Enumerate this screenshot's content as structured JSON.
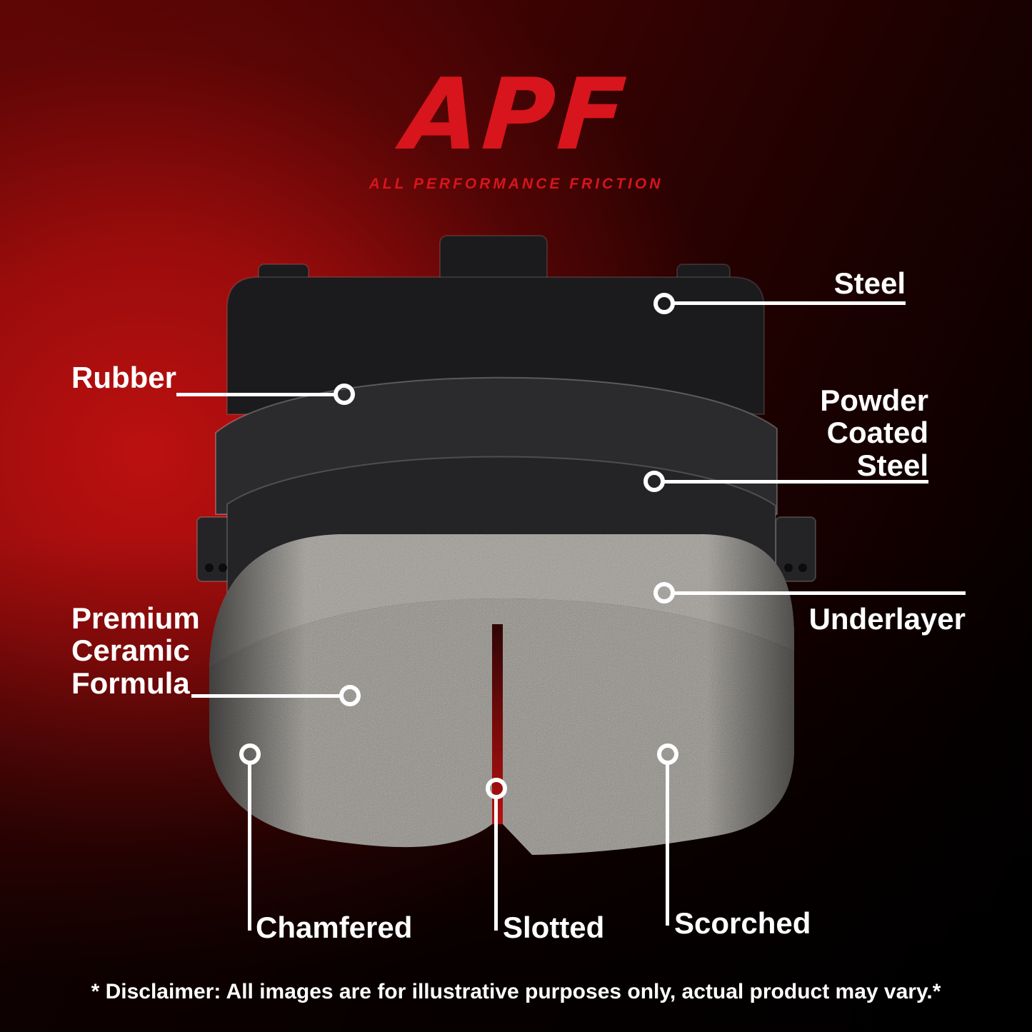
{
  "logo": {
    "brand": "APF",
    "tagline": "ALL PERFORMANCE FRICTION"
  },
  "callouts": {
    "steel": {
      "label": "Steel"
    },
    "rubber": {
      "label": "Rubber"
    },
    "powder_coated_steel": {
      "label": "Powder Coated Steel"
    },
    "underlayer": {
      "label": "Underlayer"
    },
    "premium_ceramic_formula": {
      "label": "Premium Ceramic Formula"
    },
    "chamfered": {
      "label": "Chamfered"
    },
    "slotted": {
      "label": "Slotted"
    },
    "scorched": {
      "label": "Scorched"
    }
  },
  "disclaimer": "* Disclaimer: All images are for illustrative purposes only, actual product may vary.*",
  "colors": {
    "accent_red": "#d8151c",
    "label_text": "#ffffff",
    "background_red": "#a90d0d"
  }
}
